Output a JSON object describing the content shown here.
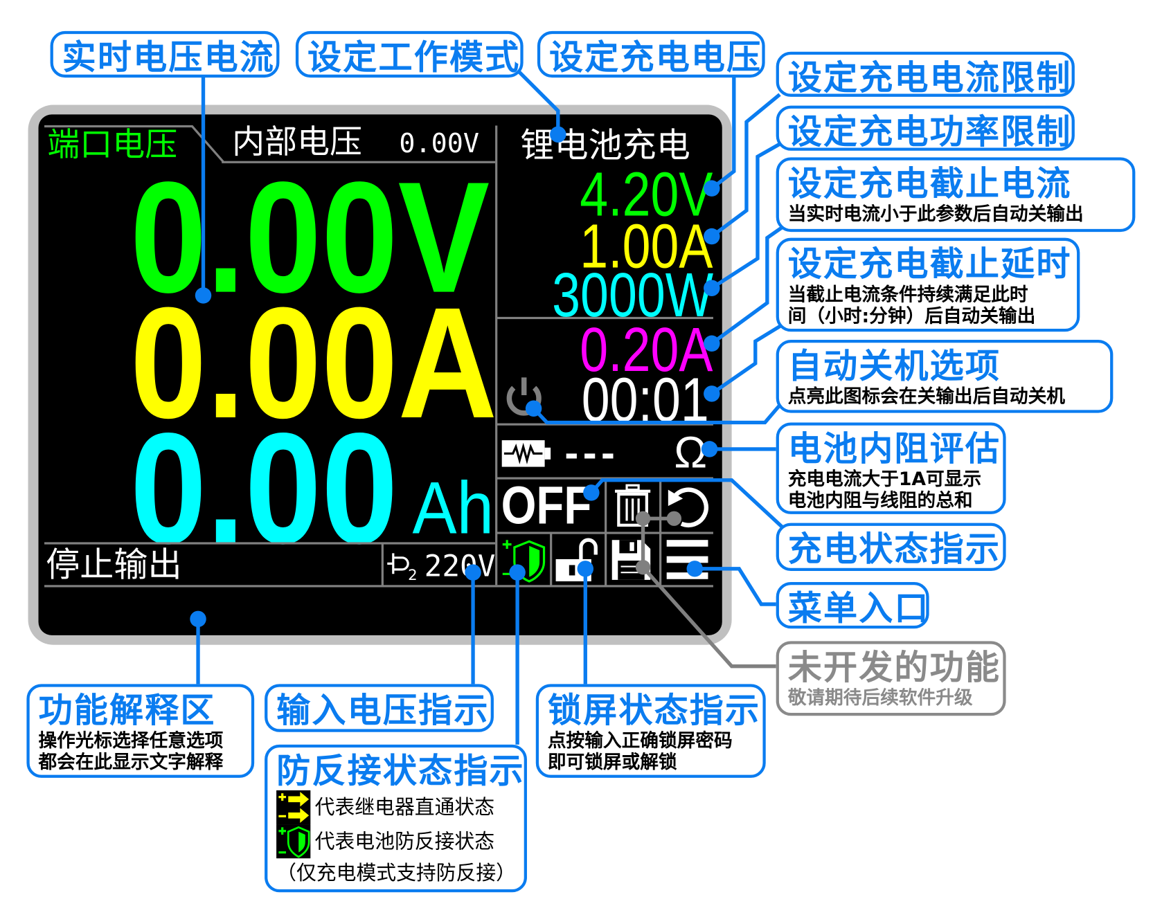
{
  "screen": {
    "port_label": "端口电压",
    "internal_label": "内部电压",
    "internal_value": "0.00V",
    "mode": "锂电池充电",
    "voltage_big": "0.00V",
    "current_big": "0.00A",
    "capacity_big": "0.00",
    "capacity_unit": "Ah",
    "set_voltage": "4.20V",
    "set_current": "1.00A",
    "set_power": "3000W",
    "cutoff_current": "0.20A",
    "cutoff_time": "00:01",
    "resistance_value": "---",
    "resistance_unit": "Ω",
    "output_toggle": "OFF",
    "status_text": "停止输出",
    "input_voltage": "220V"
  },
  "annotations": {
    "realtime": {
      "title": "实时电压电流"
    },
    "work_mode": {
      "title": "设定工作模式"
    },
    "charge_voltage": {
      "title": "设定充电电压"
    },
    "current_limit": {
      "title": "设定充电电流限制"
    },
    "power_limit": {
      "title": "设定充电功率限制"
    },
    "cutoff_current": {
      "title": "设定充电截止电流",
      "desc": "当实时电流小于此参数后自动关输出"
    },
    "cutoff_delay": {
      "title": "设定充电截止延时",
      "desc1": "当截止电流条件持续满足此时",
      "desc2": "间（小时:分钟）后自动关输出"
    },
    "auto_shutdown": {
      "title": "自动关机选项",
      "desc": "点亮此图标会在关输出后自动关机"
    },
    "internal_resistance": {
      "title": "电池内阻评估",
      "desc1": "充电电流大于1A可显示",
      "desc2": "电池内阻与线阻的总和"
    },
    "charge_status": {
      "title": "充电状态指示"
    },
    "menu": {
      "title": "菜单入口"
    },
    "undeveloped": {
      "title": "未开发的功能",
      "desc": "敬请期待后续软件升级"
    },
    "function_help": {
      "title": "功能解释区",
      "desc1": "操作光标选择任意选项",
      "desc2": "都会在此显示文字解释"
    },
    "input_voltage": {
      "title": "输入电压指示"
    },
    "reverse_protect": {
      "title": "防反接状态指示",
      "legend1": "代表继电器直通状态",
      "legend2": "代表电池防反接状态",
      "note": "（仅充电模式支持防反接）"
    },
    "lock_screen": {
      "title": "锁屏状态指示",
      "desc1": "点按输入正确锁屏密码",
      "desc2": "即可锁屏或解锁"
    }
  },
  "colors": {
    "accent": "#0a7cf0",
    "undeveloped": "#8a8a8a",
    "voltage": "#00ff00",
    "current": "#ffff00",
    "power": "#00ffff",
    "cutoff": "#ff00ff"
  }
}
